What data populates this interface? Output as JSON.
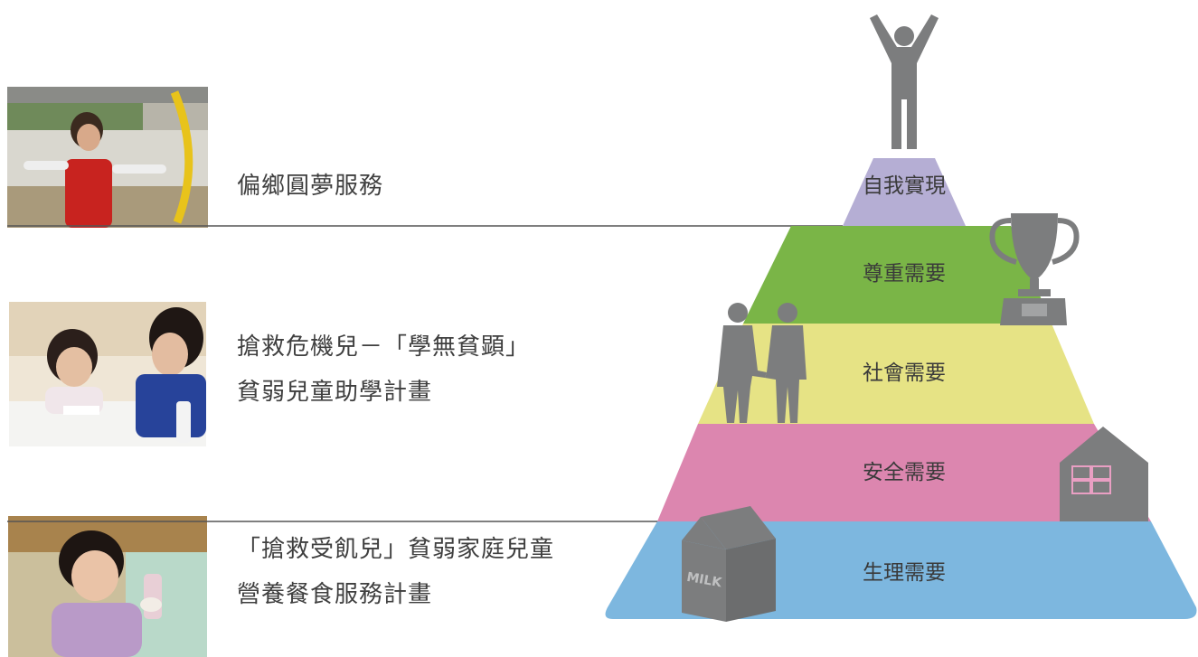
{
  "programs": [
    {
      "lines": [
        "偏鄉圓夢服務"
      ],
      "photo_icon": "archery-photo"
    },
    {
      "lines": [
        "搶救危機兒－「學無貧顕」",
        "貧弱兒童助學計畫"
      ],
      "photo_icon": "tutoring-photo"
    },
    {
      "lines": [
        "「搶救受飢兒」貧弱家庭兒童",
        "營養餐食服務計畫"
      ],
      "photo_icon": "meal-photo"
    }
  ],
  "pyramid": {
    "levels": [
      {
        "label": "自我實現",
        "color": "#b5aed4",
        "icon": "person-arms-raised-icon"
      },
      {
        "label": "尊重需要",
        "color": "#7ab547",
        "icon": "trophy-icon"
      },
      {
        "label": "社會需要",
        "color": "#e6e385",
        "icon": "couple-icon"
      },
      {
        "label": "安全需要",
        "color": "#dc86af",
        "icon": "house-icon"
      },
      {
        "label": "生理需要",
        "color": "#7db7df",
        "icon": "milk-carton-icon"
      }
    ],
    "milk_text": "MILK",
    "icon_color": "#7c7d7e",
    "connector_color": "#555555"
  }
}
